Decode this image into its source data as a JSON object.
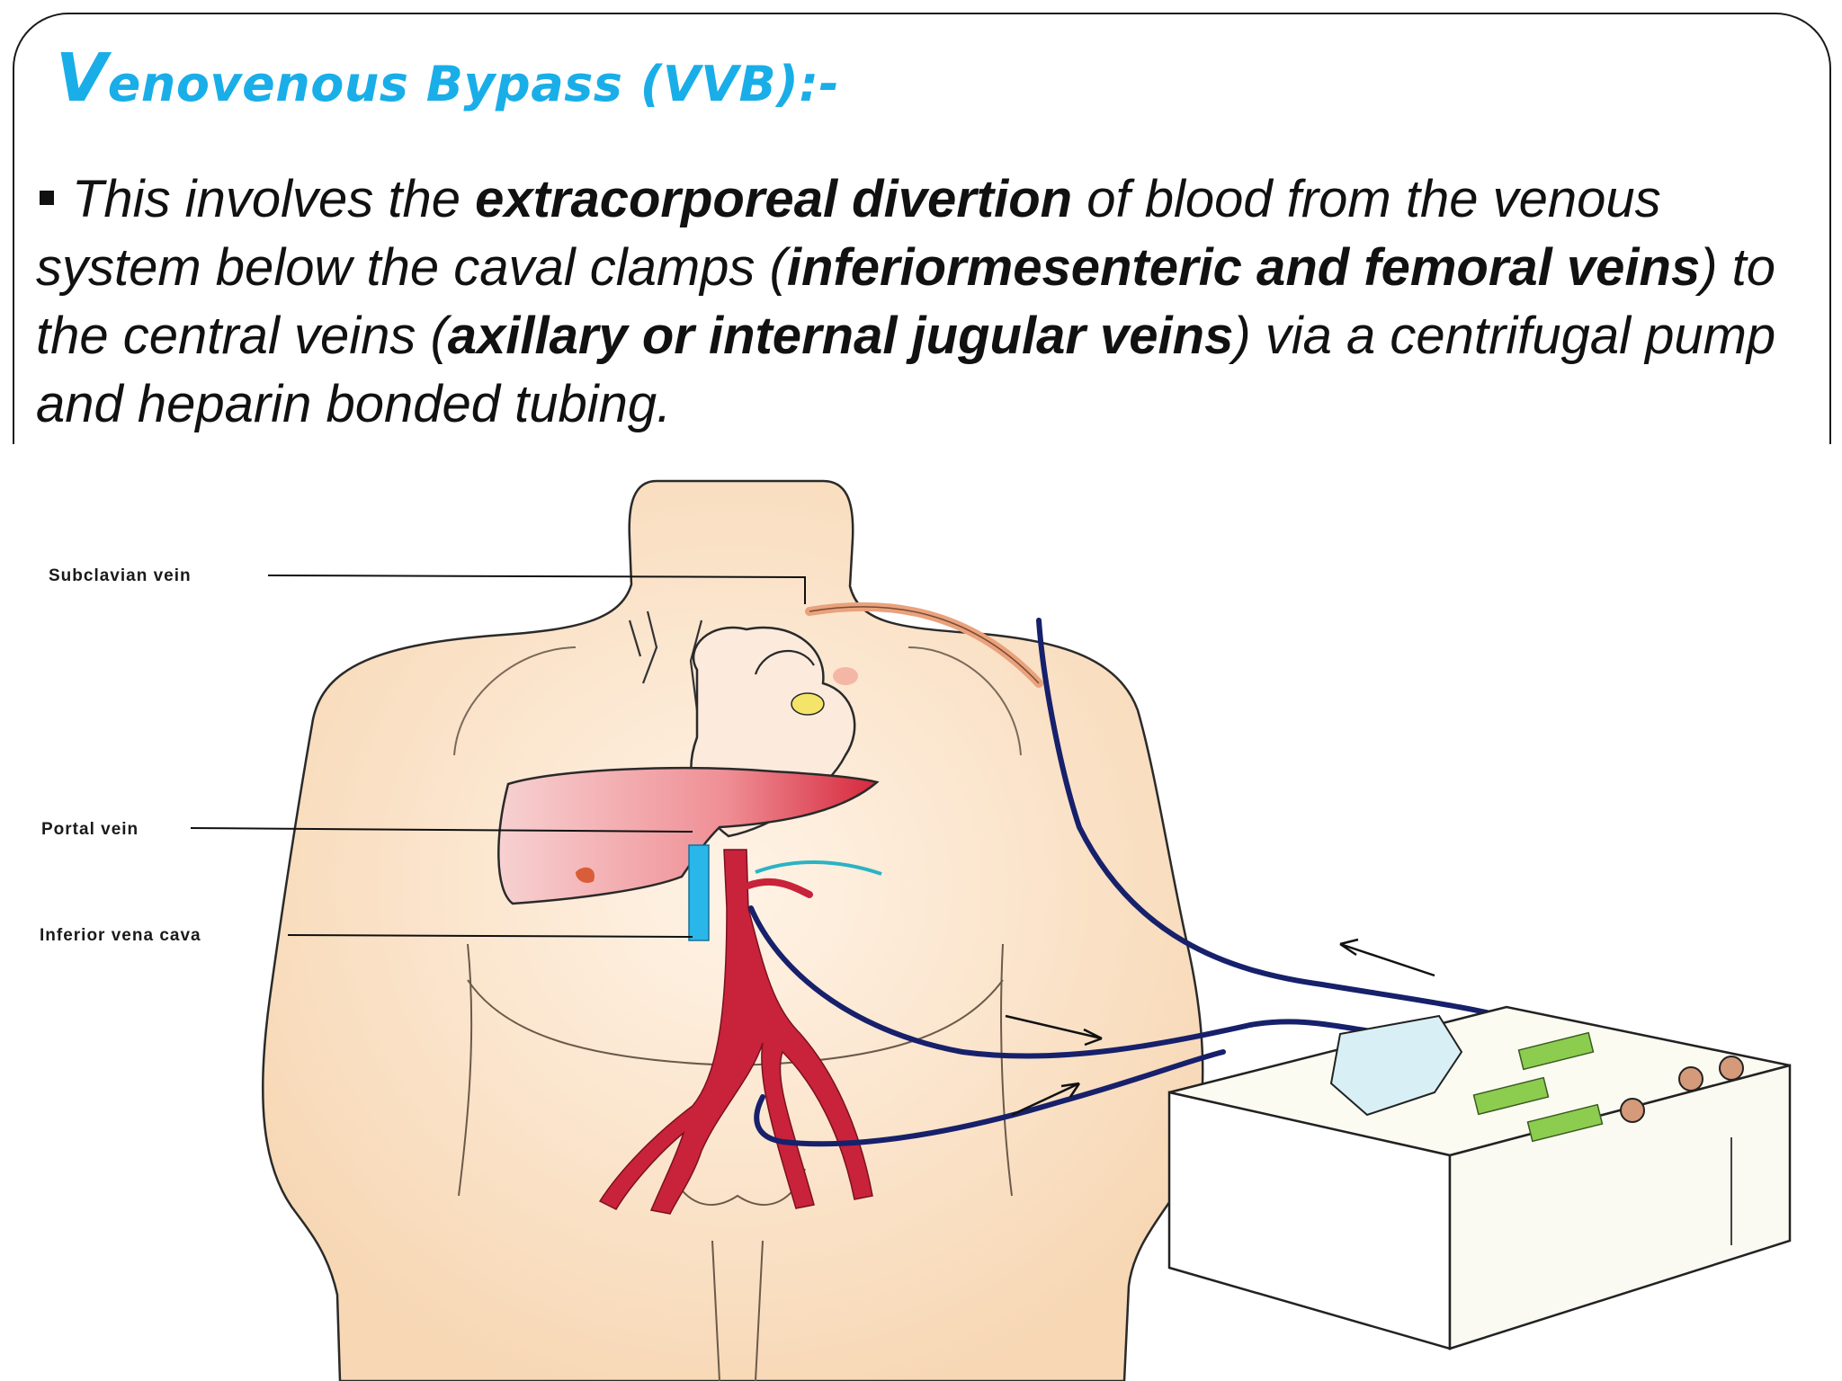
{
  "slide": {
    "title_first_letter": "V",
    "title_rest": "enovenous Bypass (VVB):-",
    "paragraph": [
      {
        "t": "This involves the ",
        "b": false
      },
      {
        "t": "extracorporeal divertion",
        "b": true
      },
      {
        "t": " of blood from the venous system below the caval clamps (",
        "b": false
      },
      {
        "t": "inferiormesenteric and femoral veins",
        "b": true
      },
      {
        "t": ") to the central veins (",
        "b": false
      },
      {
        "t": "axillary or internal jugular veins",
        "b": true
      },
      {
        "t": ") via a centrifugal pump and heparin bonded tubing.",
        "b": false
      }
    ]
  },
  "diagram": {
    "labels": {
      "subclavian": "Subclavian vein",
      "portal": "Portal vein",
      "ivc": "Inferior vena cava"
    }
  },
  "colors": {
    "title": "#19aee8",
    "skin": "#fbe3c9",
    "artery": "#c8233b",
    "tubing": "#17206b",
    "ivc": "#27b6e8",
    "pump_display": "#8ccc4e"
  }
}
